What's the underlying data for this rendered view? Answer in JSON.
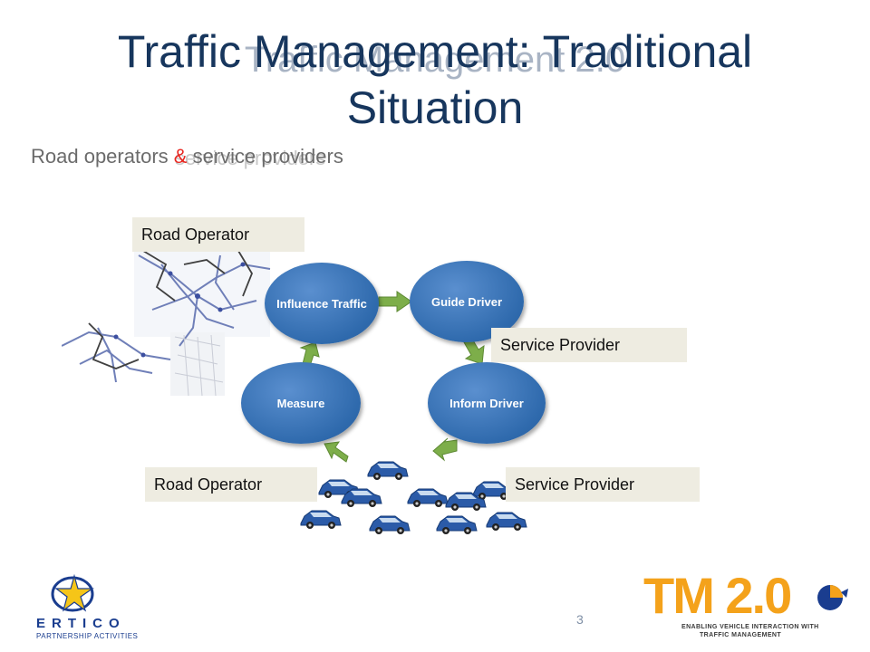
{
  "slide": {
    "ghost_title": "Traffic Management 2.0",
    "title": "Traffic Management: Traditional Situation",
    "subtitle_ghost": "service providers",
    "subtitle_prefix": "Road operators ",
    "subtitle_amp": "&",
    "subtitle_suffix": " service providers",
    "page_number": "3"
  },
  "diagram": {
    "nodes": {
      "influence": "Influence Traffic",
      "guide": "Guide Driver",
      "measure": "Measure",
      "inform": "Inform Driver"
    },
    "labels": {
      "road_operator_top": "Road Operator",
      "service_provider_mid": "Service Provider",
      "road_operator_bottom": "Road Operator",
      "service_provider_bottom": "Service Provider"
    }
  },
  "logos": {
    "ertico_word": "ERTICO",
    "ertico_sub": "PARTNERSHIP ACTIVITIES",
    "tm_text": "TM 2.0",
    "tm_tagline_1": "ENABLING VEHICLE INTERACTION WITH",
    "tm_tagline_2": "TRAFFIC MANAGEMENT"
  },
  "colors": {
    "title": "#17365d",
    "node_blue": "#2f6aad",
    "arrow_green": "#7dae4a",
    "label_bg": "#eeece1",
    "ampersand": "#e8251f",
    "tm_orange": "#f4a21b"
  }
}
